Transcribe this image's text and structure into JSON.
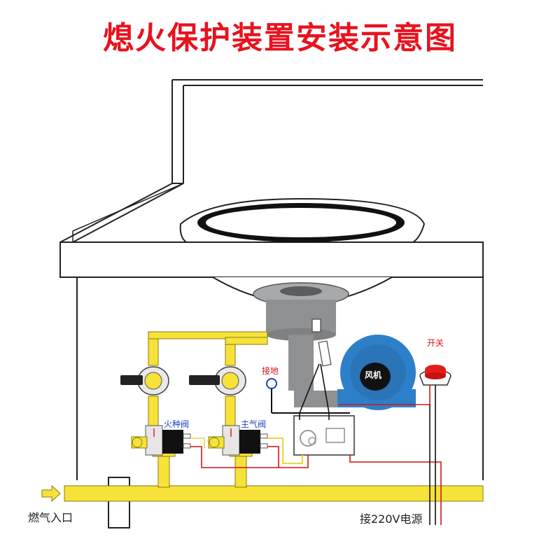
{
  "title": "熄火保护装置安装示意图",
  "labels": {
    "pilot_valve": "火种阀",
    "main_valve": "主气阀",
    "ground": "接地",
    "switch": "开关",
    "fan": "风机",
    "gas_inlet": "燃气入口",
    "power": "接220V电源"
  },
  "colors": {
    "title": "#e8121e",
    "gas_pipe": "#f7e23a",
    "wire_red": "#d41414",
    "wire_yellow": "#f0d53a",
    "fan": "#2e7fc9",
    "label_blue": "#1f3fbf"
  }
}
